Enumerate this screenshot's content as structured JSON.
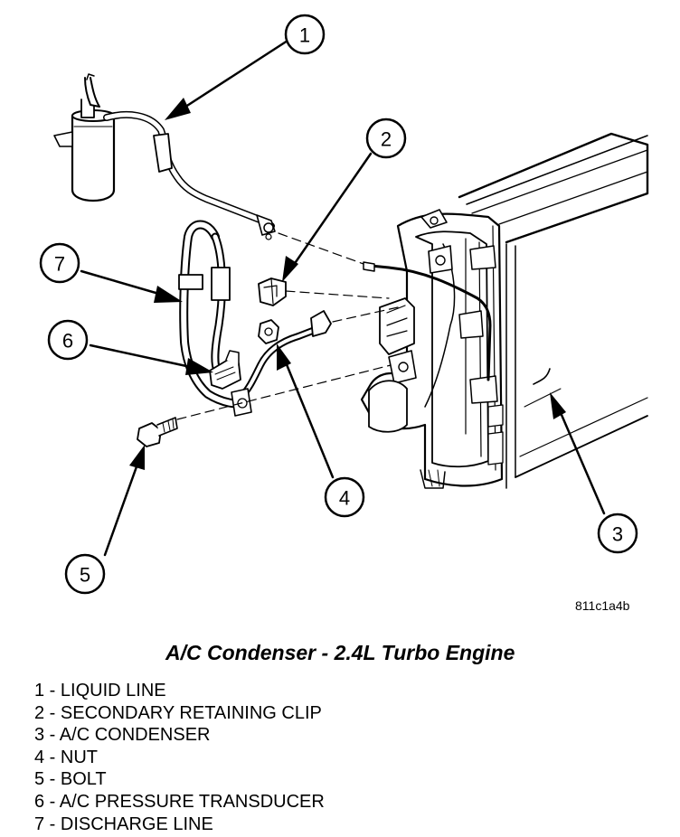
{
  "figure": {
    "code": "811c1a4b",
    "title": "A/C Condenser - 2.4L Turbo Engine"
  },
  "callouts": [
    {
      "number": "1"
    },
    {
      "number": "2"
    },
    {
      "number": "3"
    },
    {
      "number": "4"
    },
    {
      "number": "5"
    },
    {
      "number": "6"
    },
    {
      "number": "7"
    }
  ],
  "legend": [
    {
      "text": "1 - LIQUID LINE"
    },
    {
      "text": "2 - SECONDARY RETAINING CLIP"
    },
    {
      "text": "3 - A/C CONDENSER"
    },
    {
      "text": "4 - NUT"
    },
    {
      "text": "5 - BOLT"
    },
    {
      "text": "6 - A/C PRESSURE TRANSDUCER"
    },
    {
      "text": "7 - DISCHARGE LINE"
    }
  ]
}
